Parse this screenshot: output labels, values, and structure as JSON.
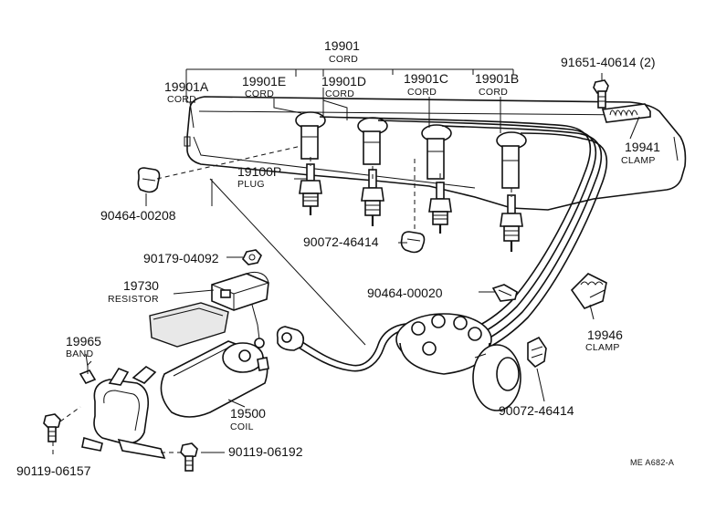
{
  "labels": {
    "cord_set": {
      "number": "19901",
      "name": "CORD"
    },
    "cord_a": {
      "number": "19901A",
      "name": "CORD"
    },
    "cord_e": {
      "number": "19901E",
      "name": "CORD"
    },
    "cord_d": {
      "number": "19901D",
      "name": "CORD"
    },
    "cord_c": {
      "number": "19901C",
      "name": "CORD"
    },
    "cord_b": {
      "number": "19901B",
      "name": "CORD"
    },
    "bolt_top": {
      "number": "91651-40614 (2)"
    },
    "clamp_19941": {
      "number": "19941",
      "name": "CLAMP"
    },
    "plug": {
      "number": "19100P",
      "name": "PLUG"
    },
    "clip_00208": {
      "number": "90464-00208"
    },
    "clip_46414_upper": {
      "number": "90072-46414"
    },
    "nut": {
      "number": "90179-04092"
    },
    "resistor": {
      "number": "19730",
      "name": "RESISTOR"
    },
    "clip_00020": {
      "number": "90464-00020"
    },
    "clamp_19946": {
      "number": "19946",
      "name": "CLAMP"
    },
    "band": {
      "number": "19965",
      "name": "BAND"
    },
    "coil": {
      "number": "19500",
      "name": "COIL"
    },
    "clip_46414_lower": {
      "number": "90072-46414"
    },
    "bolt_06192": {
      "number": "90119-06192"
    },
    "bolt_06157": {
      "number": "90119-06157"
    },
    "drawing_code": "ME  A682-A"
  }
}
